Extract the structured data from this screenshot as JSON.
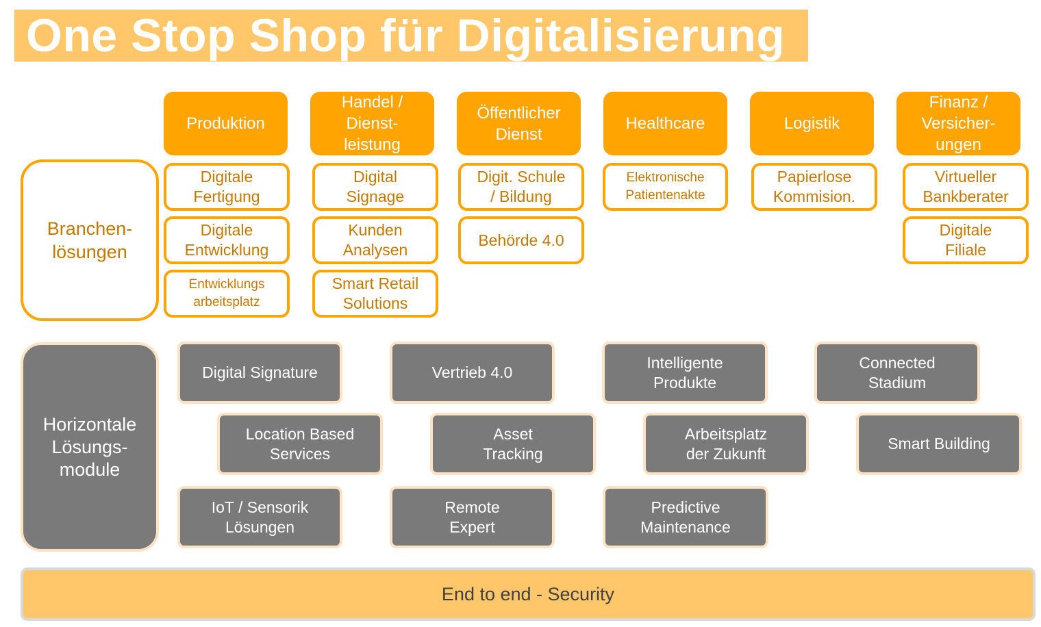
{
  "title": "One Stop Shop für Digitalisierung",
  "colors": {
    "accent": "#FFA401",
    "title_band": "#FFC66A",
    "module_gray": "#7A7A7A",
    "solution_text": "#C17A00",
    "module_border": "#FDE3C3",
    "security_text": "#404040"
  },
  "industries": [
    "Produktion",
    "Handel /\nDienst-\nleistung",
    "Öffentlicher\nDienst",
    "Healthcare",
    "Logistik",
    "Finanz /\nVersicher-\nungen"
  ],
  "branchen_label": "Branchen-\nlösungen",
  "solutions": {
    "produktion": [
      "Digitale\nFertigung",
      "Digitale\nEntwicklung",
      "Entwicklungs\narbeitsplatz"
    ],
    "handel": [
      "Digital\nSignage",
      "Kunden\nAnalysen",
      "Smart Retail\nSolutions"
    ],
    "oeffentlich": [
      "Digit. Schule\n/ Bildung",
      "Behörde 4.0"
    ],
    "healthcare": [
      "Elektronische\nPatientenakte"
    ],
    "logistik": [
      "Papierlose\nKommision."
    ],
    "finanz": [
      "Virtueller\nBankberater",
      "Digitale\nFiliale"
    ]
  },
  "horizontal_label": "Horizontale\nLösungs-\nmodule",
  "modules": {
    "row1": [
      "Digital Signature",
      "Vertrieb 4.0",
      "Intelligente\nProdukte",
      "Connected\nStadium"
    ],
    "row2": [
      "Location Based\nServices",
      "Asset\nTracking",
      "Arbeitsplatz\nder Zukunft",
      "Smart Building"
    ],
    "row3": [
      "IoT / Sensorik\nLösungen",
      "Remote\nExpert",
      "Predictive\nMaintenance"
    ]
  },
  "security": "End to end - Security"
}
